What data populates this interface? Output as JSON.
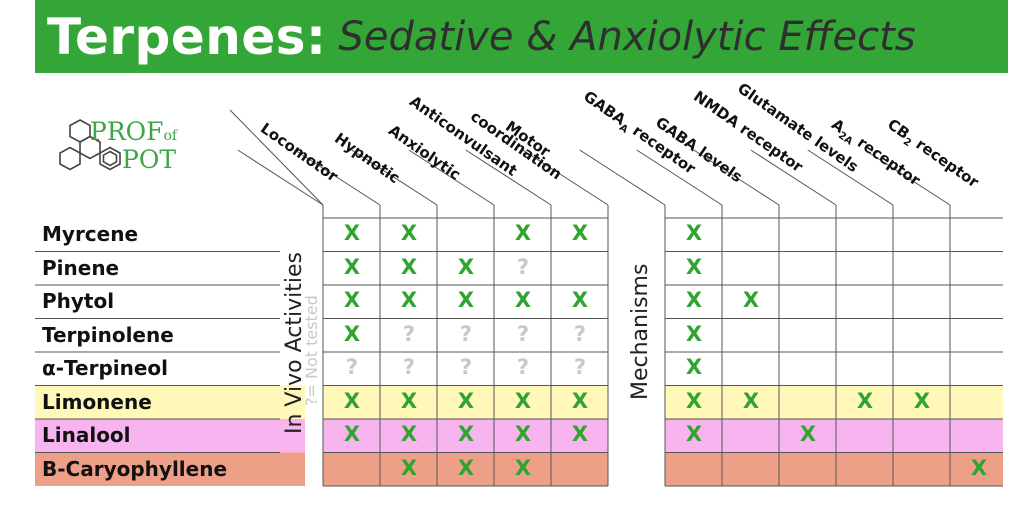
{
  "title": {
    "main": "Terpenes:",
    "sub": "Sedative & Anxiolytic Effects"
  },
  "logo": {
    "line1_a": "PROF",
    "line1_of": "of",
    "line2": "POT"
  },
  "section_labels": {
    "in_vivo": "In Vivo Activities",
    "not_tested": "?= Not tested",
    "mechanisms": "Mechanisms"
  },
  "in_vivo_columns": [
    "Locomotor",
    "Hypnotic",
    "Anxiolytic",
    "Anticonvulsant",
    "coordination",
    "Motor"
  ],
  "mechanism_columns": [
    {
      "main": "GABA",
      "sub": "A",
      "rest": " receptor"
    },
    {
      "main": "GABA levels",
      "sub": "",
      "rest": ""
    },
    {
      "main": "NMDA receptor",
      "sub": "",
      "rest": ""
    },
    {
      "main": "Glutamate levels",
      "sub": "",
      "rest": ""
    },
    {
      "main": "A",
      "sub": "2A",
      "rest": " receptor"
    },
    {
      "main": "CB",
      "sub": "2",
      "rest": " receptor"
    }
  ],
  "rows": [
    {
      "name": "Myrcene",
      "highlight": "#ffffff",
      "in_vivo": [
        "X",
        "X",
        "",
        "X",
        "X"
      ],
      "mechanisms": [
        "X",
        "",
        "",
        "",
        "",
        ""
      ]
    },
    {
      "name": "Pinene",
      "highlight": "#ffffff",
      "in_vivo": [
        "X",
        "X",
        "X",
        "?",
        ""
      ],
      "mechanisms": [
        "X",
        "",
        "",
        "",
        "",
        ""
      ]
    },
    {
      "name": "Phytol",
      "highlight": "#ffffff",
      "in_vivo": [
        "X",
        "X",
        "X",
        "X",
        "X"
      ],
      "mechanisms": [
        "X",
        "X",
        "",
        "",
        "",
        ""
      ]
    },
    {
      "name": "Terpinolene",
      "highlight": "#ffffff",
      "in_vivo": [
        "X",
        "?",
        "?",
        "?",
        "?"
      ],
      "mechanisms": [
        "X",
        "",
        "",
        "",
        "",
        ""
      ]
    },
    {
      "name": "α-Terpineol",
      "highlight": "#ffffff",
      "in_vivo": [
        "?",
        "?",
        "?",
        "?",
        "?"
      ],
      "mechanisms": [
        "X",
        "",
        "",
        "",
        "",
        ""
      ]
    },
    {
      "name": "Limonene",
      "highlight": "#fff8b8",
      "in_vivo": [
        "X",
        "X",
        "X",
        "X",
        "X"
      ],
      "mechanisms": [
        "X",
        "X",
        "",
        "X",
        "X",
        ""
      ]
    },
    {
      "name": "Linalool",
      "highlight": "#f8b4ee",
      "in_vivo": [
        "X",
        "X",
        "X",
        "X",
        "X"
      ],
      "mechanisms": [
        "X",
        "",
        "X",
        "",
        "",
        ""
      ]
    },
    {
      "name": "Β-Caryophyllene",
      "highlight": "#ee9f88",
      "in_vivo": [
        "",
        "X",
        "X",
        "X",
        ""
      ],
      "mechanisms": [
        "",
        "",
        "",
        "",
        "",
        "X"
      ]
    }
  ],
  "colors": {
    "banner": "#34a637",
    "check": "#2fa52f",
    "untested": "#c8c8c8",
    "logo": "#3fa54a"
  }
}
